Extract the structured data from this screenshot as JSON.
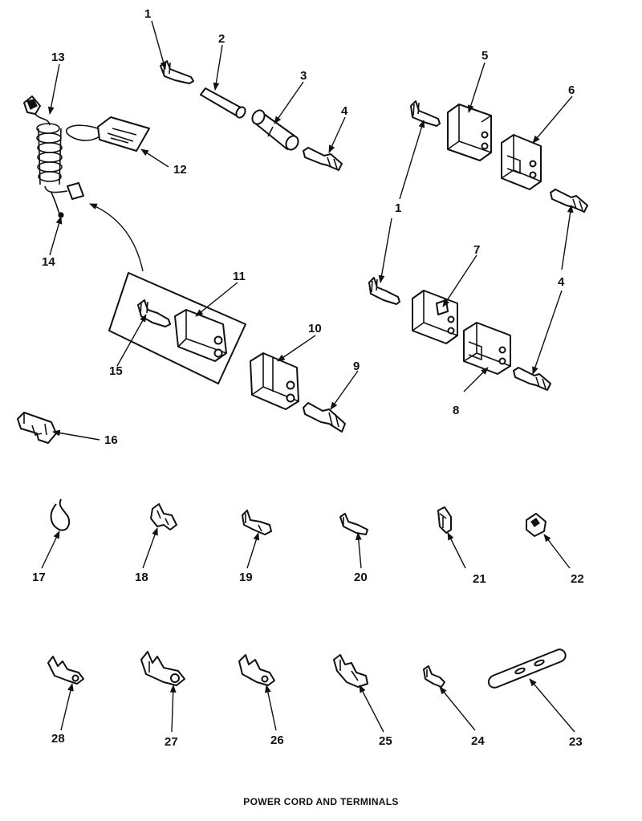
{
  "caption": "POWER CORD AND TERMINALS",
  "callouts": {
    "c1a": "1",
    "c1b": "1",
    "c2": "2",
    "c3": "3",
    "c4a": "4",
    "c4b": "4",
    "c5": "5",
    "c6": "6",
    "c7": "7",
    "c8": "8",
    "c9": "9",
    "c10": "10",
    "c11": "11",
    "c12": "12",
    "c13": "13",
    "c14": "14",
    "c15": "15",
    "c16": "16",
    "c17": "17",
    "c18": "18",
    "c19": "19",
    "c20": "20",
    "c21": "21",
    "c22": "22",
    "c23": "23",
    "c24": "24",
    "c25": "25",
    "c26": "26",
    "c27": "27",
    "c28": "28"
  }
}
